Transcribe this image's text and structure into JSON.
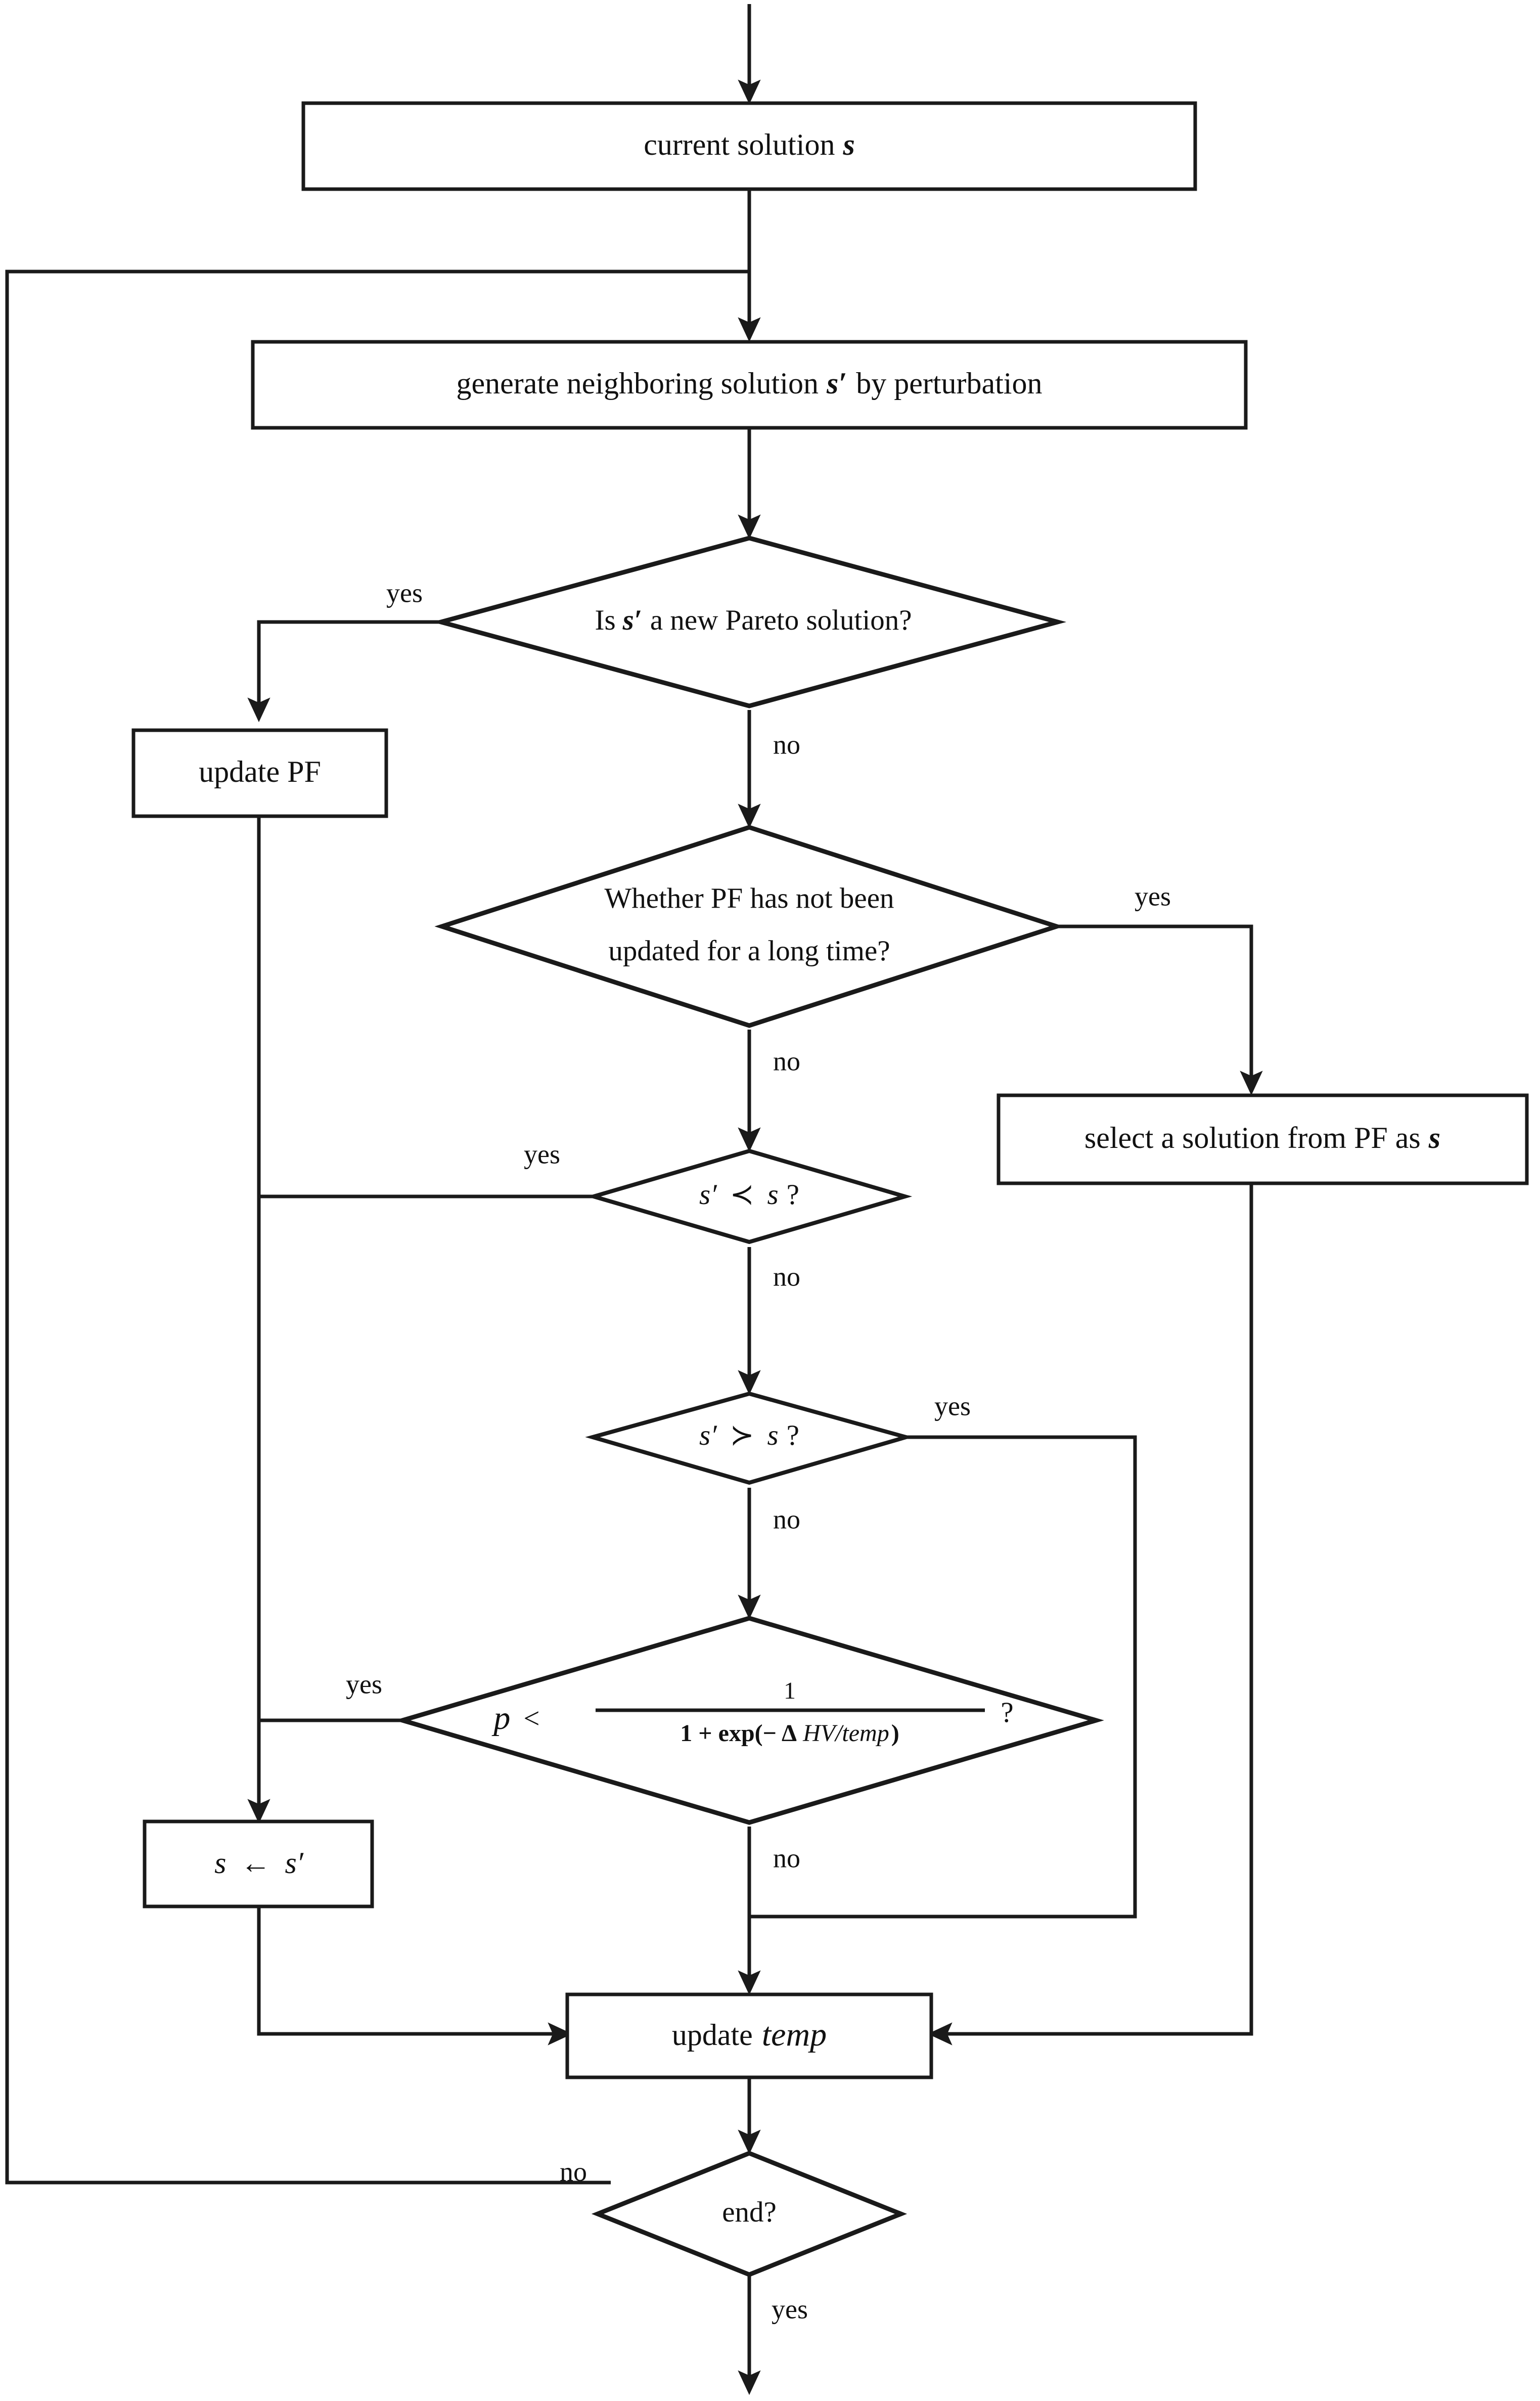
{
  "diagram": {
    "title": "Multi-objective simulated annealing flowchart",
    "colors": {
      "stroke": "#1a1a1a",
      "fill": "#ffffff",
      "text": "#111111"
    },
    "nodes": {
      "current_solution": {
        "shape": "box",
        "text": "current solution",
        "var": "s"
      },
      "generate_neighbor": {
        "shape": "box",
        "text_a": "generate neighboring solution",
        "var": "s′",
        "text_b": "by perturbation"
      },
      "is_new_pareto": {
        "shape": "diamond",
        "text_a": "Is",
        "var": "s′",
        "text_b": "a new Pareto solution?"
      },
      "update_pf": {
        "shape": "box",
        "text": "update PF"
      },
      "pf_stale": {
        "shape": "diamond",
        "line1": "Whether PF has not been",
        "line2": "updated for a long time?"
      },
      "select_from_pf": {
        "shape": "box",
        "text_a": "select a solution from PF as",
        "var": "s"
      },
      "dominated_by": {
        "shape": "diamond",
        "var_a": "s′",
        "op": "≺",
        "var_b": "s",
        "q": "?"
      },
      "dominates": {
        "shape": "diamond",
        "var_a": "s′",
        "op": "≻",
        "var_b": "s",
        "q": "?"
      },
      "metropolis": {
        "shape": "diamond",
        "var_p": "p",
        "op": "<",
        "numerator": "1",
        "denominator_a": "1 +",
        "denominator_b": "exp(−",
        "denominator_delta": "Δ",
        "denominator_c": "HV/temp",
        "denominator_d": ")",
        "q": "?"
      },
      "assign": {
        "shape": "box",
        "var_a": "s",
        "arrow": "←",
        "var_b": "s′"
      },
      "update_temp": {
        "shape": "box",
        "text": "update",
        "var": "temp"
      },
      "end_check": {
        "shape": "diamond",
        "text": "end?"
      }
    },
    "edge_labels": {
      "pareto_yes": "yes",
      "pareto_no": "no",
      "stale_yes": "yes",
      "stale_no": "no",
      "dominated_yes": "yes",
      "dominated_no": "no",
      "dominates_yes": "yes",
      "dominates_no": "no",
      "metropolis_yes": "yes",
      "metropolis_no": "no",
      "end_no": "no",
      "end_yes": "yes"
    }
  }
}
